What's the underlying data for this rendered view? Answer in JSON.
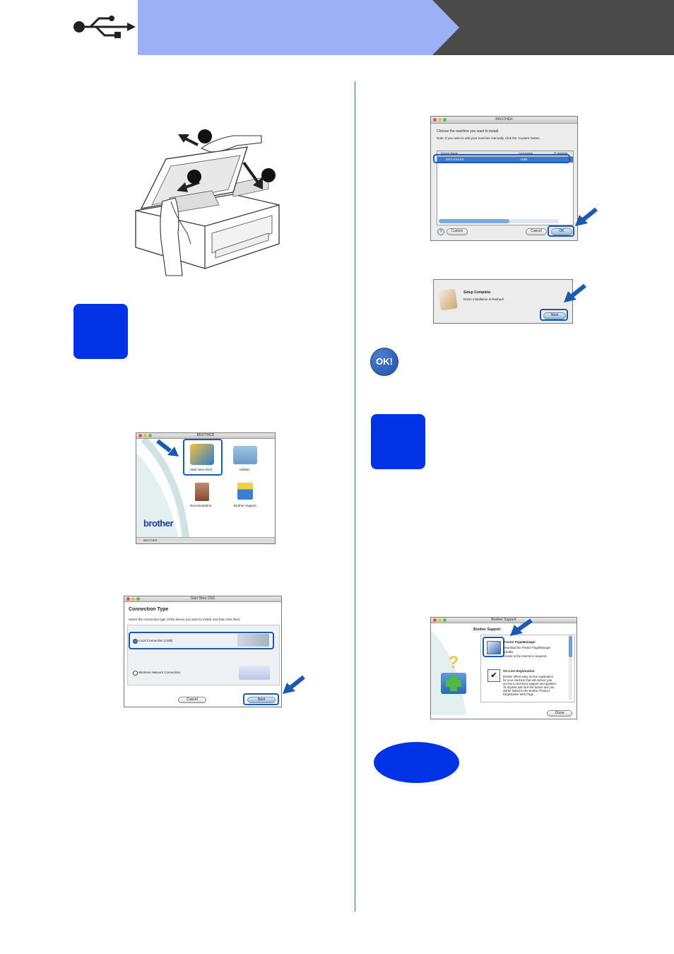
{
  "header": {
    "icon": "usb-icon",
    "band_color": "#9cb1f5",
    "dark_color": "#4a4a4a"
  },
  "colors": {
    "step_blue": "#0032e6",
    "highlight_blue": "#1a5ab2",
    "ok_badge": "#1e4fa8"
  },
  "printer_figure": {
    "callouts": [
      "",
      "",
      ""
    ]
  },
  "install_dialog": {
    "title": "BROTHER",
    "heading": "Choose the machine you want to install.",
    "note": "Note: If you want to add your machine manually, click the 'Custom' button.",
    "columns": [
      "Device Name",
      "Connection",
      "IP Address"
    ],
    "row": {
      "name": "XXX-XXXXX",
      "connection": "USB"
    },
    "custom_label": "Custom",
    "cancel_label": "Cancel",
    "ok_label": "OK"
  },
  "complete_dialog": {
    "heading": "Setup Complete.",
    "message": "Driver installation is finished!",
    "next_label": "Next"
  },
  "ok_badge": {
    "label": "OK!"
  },
  "finder_window": {
    "title": "BROTHER",
    "items": [
      "Start Here OSX",
      "Utilities",
      "Documentation",
      "Brother Support"
    ],
    "logo": "brother",
    "footer": "BROTHER"
  },
  "connection_dialog": {
    "title": "Start Here OSX",
    "heading": "Connection Type",
    "instruction": "Select the connection type of the device you want to install, and then click Next.",
    "option_usb": "Local Connection (USB)",
    "option_wireless": "Wireless Network Connection",
    "cancel_label": "Cancel",
    "next_label": "Next"
  },
  "support_window": {
    "title": "Brother Support",
    "heading": "Brother Support",
    "item1_title": "Presto! PageManager",
    "item1_lines": [
      "Download the Presto! PageManager",
      "installer.",
      "Access to the internet is required."
    ],
    "item2_title": "On-Line Registration",
    "item2_lines": [
      "Brother offers easy on-line registration",
      "for your machine that will ensure your",
      "access to technical support and updates.",
      "To register just click the button and you",
      "will be linked to the Brother Product",
      "Registration Web Page."
    ],
    "close_label": "Close"
  },
  "finish_oval": {
    "label": ""
  }
}
